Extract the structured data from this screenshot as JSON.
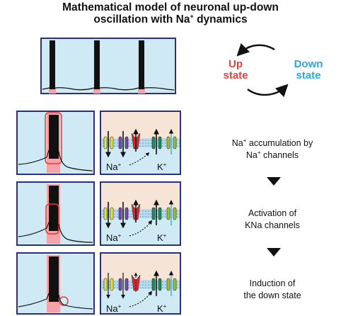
{
  "title": {
    "line1": "Mathematical model of neuronal up-down",
    "line2_prefix": "oscillation with Na",
    "line2_sup": "+",
    "line2_suffix": " dynamics"
  },
  "states": {
    "up_line1": "Up",
    "up_line2": "state",
    "down_line1": "Down",
    "down_line2": "state",
    "up_color": "#e8413a",
    "down_color": "#2aa8e0"
  },
  "steps": [
    {
      "pre": "Na",
      "sup1": "+",
      "mid": " accumulation by",
      "line2_pre": "Na",
      "sup2": "+",
      "line2_post": " channels"
    },
    {
      "line1": "Activation of",
      "line2": "KNa channels"
    },
    {
      "line1": "Induction of",
      "line2": "the down state"
    }
  ],
  "ion_labels": {
    "na": "Na",
    "na_sup": "+",
    "k": "K",
    "k_sup": "+"
  },
  "colors": {
    "panel_fill": "#cfeaf5",
    "panel_border": "#2b2f86",
    "extracellular": "#f6e4d6",
    "membrane": "#8dc3e0",
    "highlight": "#f4a3a8",
    "highlight_stroke": "#e53b3b",
    "arrowhead": "#111111"
  },
  "icons": [
    "cycle-arrow-icon",
    "chevron-down-icon",
    "ion-channel-icon"
  ]
}
